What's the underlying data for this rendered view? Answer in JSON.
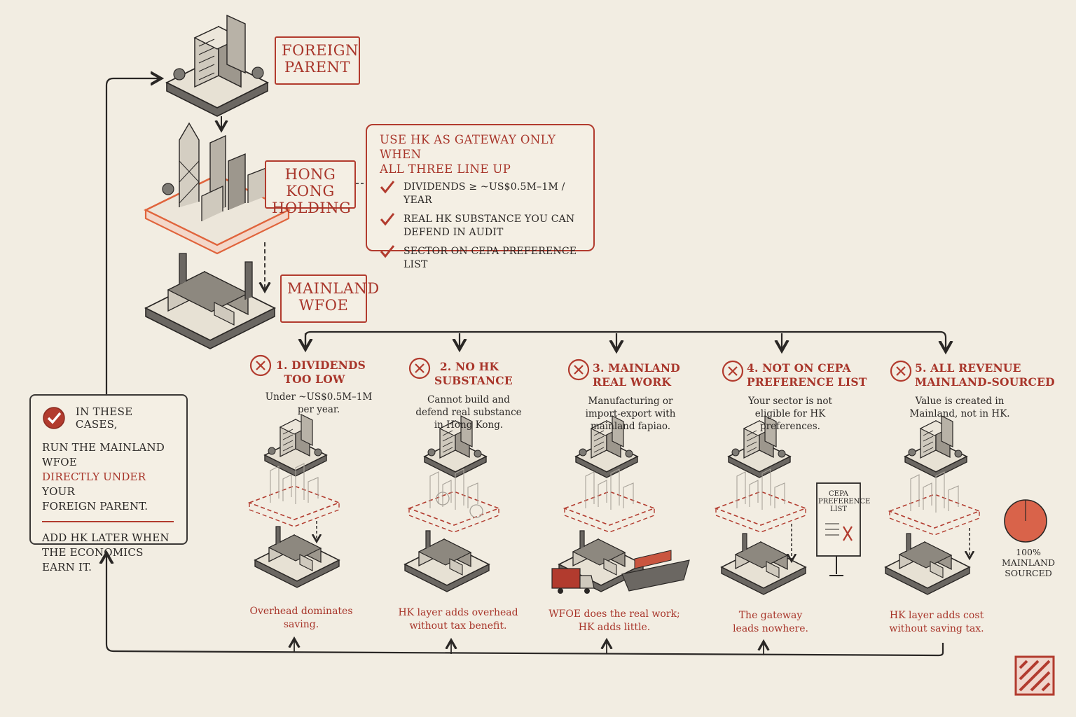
{
  "top_labels": {
    "foreign_parent": [
      "FOREIGN",
      "PARENT"
    ],
    "hong_kong_holding": [
      "HONG KONG",
      "HOLDING"
    ],
    "mainland_wfoe": [
      "MAINLAND",
      "WFOE"
    ]
  },
  "gateway": {
    "title": [
      "USE HK AS GATEWAY ONLY WHEN",
      "ALL THREE LINE UP"
    ],
    "items": [
      {
        "lines": [
          "DIVIDENDS ≥ ~US$0.5M–1M / YEAR"
        ]
      },
      {
        "lines": [
          "REAL HK SUBSTANCE YOU CAN",
          "DEFEND IN AUDIT"
        ]
      },
      {
        "lines": [
          "SECTOR ON CEPA PREFERENCE LIST"
        ]
      }
    ]
  },
  "cases_box": {
    "heading": "IN THESE CASES,",
    "line1": "RUN THE MAINLAND WFOE",
    "line2_red": "DIRECTLY UNDER",
    "line2_rest": " YOUR",
    "line3": "FOREIGN PARENT.",
    "line4": "ADD HK LATER WHEN",
    "line5": "THE ECONOMICS EARN IT."
  },
  "cases": [
    {
      "title": [
        "1. DIVIDENDS",
        "TOO LOW"
      ],
      "desc": [
        "Under ~US$0.5M–1M",
        "per year."
      ],
      "outcome": [
        "Overhead dominates",
        "saving."
      ]
    },
    {
      "title": [
        "2. NO HK",
        "SUBSTANCE"
      ],
      "desc": [
        "Cannot build and",
        "defend real substance",
        "in Hong Kong."
      ],
      "outcome": [
        "HK layer adds overhead",
        "without tax benefit."
      ]
    },
    {
      "title": [
        "3. MAINLAND",
        "REAL WORK"
      ],
      "desc": [
        "Manufacturing or",
        "import-export with",
        "mainland fapiao."
      ],
      "outcome": [
        "WFOE does the real work;",
        "HK adds little."
      ]
    },
    {
      "title": [
        "4. NOT ON CEPA",
        "PREFERENCE LIST"
      ],
      "desc": [
        "Your sector is not",
        "eligible for HK",
        "preferences."
      ],
      "outcome": [
        "The gateway",
        "leads nowhere."
      ]
    },
    {
      "title": [
        "5. ALL REVENUE",
        "MAINLAND-SOURCED"
      ],
      "desc": [
        "Value is created in",
        "Mainland, not in HK."
      ],
      "outcome": [
        "HK layer adds cost",
        "without saving tax."
      ]
    }
  ],
  "cepa_sign": [
    "CEPA",
    "PREFERENCE",
    "LIST"
  ],
  "pie": {
    "value_percent": 100,
    "label": [
      "100%",
      "MAINLAND",
      "SOURCED"
    ]
  },
  "colors": {
    "accent_red": "#b23b2e",
    "ink": "#2a2725",
    "paper": "#f2ede2",
    "highlight_orange": "#e0643c"
  }
}
